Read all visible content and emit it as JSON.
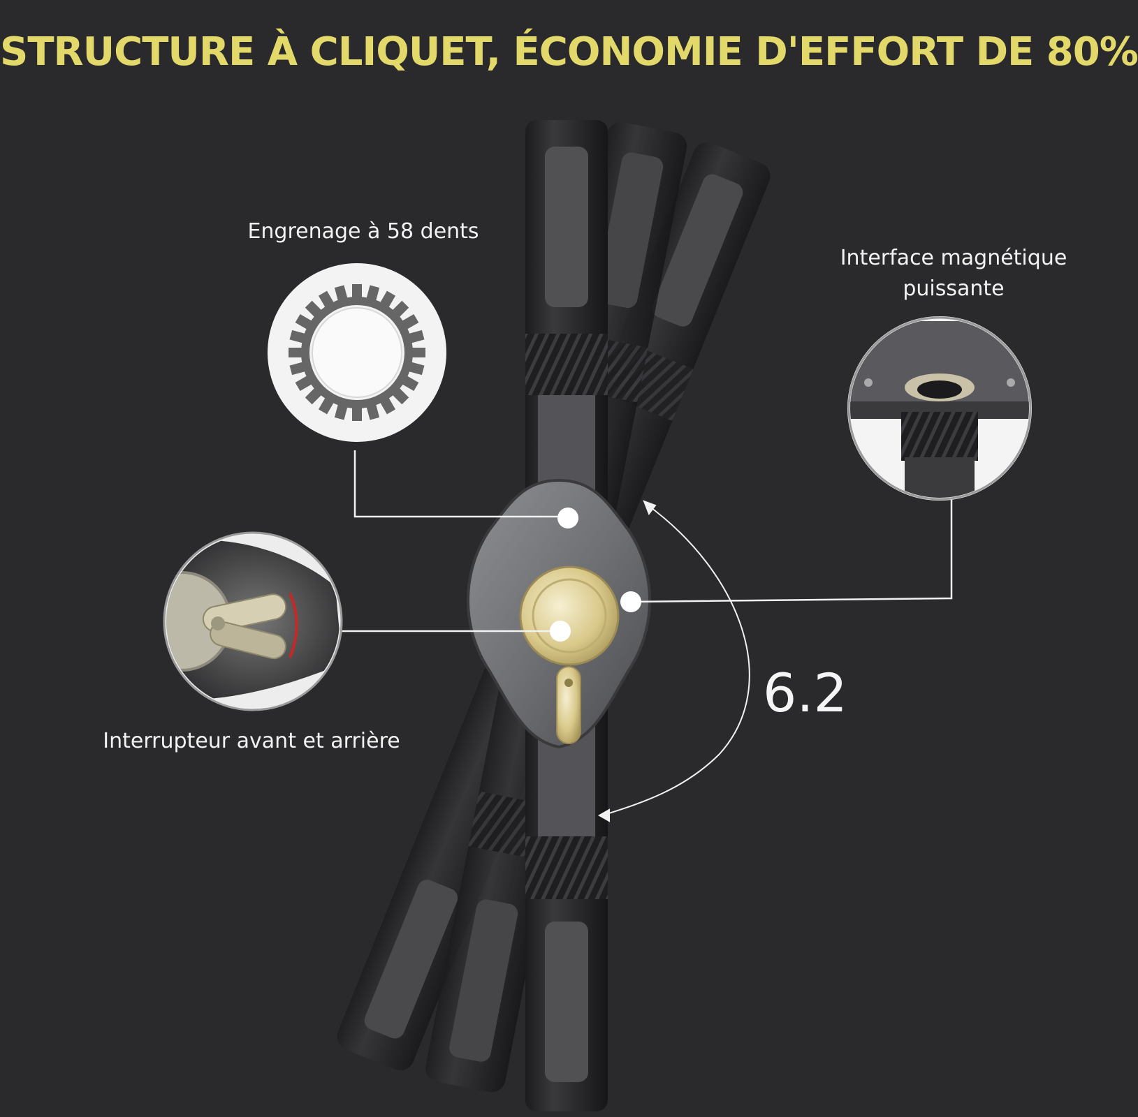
{
  "headline": "STRUCTURE À CLIQUET, ÉCONOMIE D'EFFORT DE 80%",
  "callouts": {
    "gear": "Engrenage à 58 dents",
    "magnet_line1": "Interface magnétique",
    "magnet_line2": "puissante",
    "switch": "Interrupteur avant et arrière"
  },
  "angle_label": "6.2",
  "colors": {
    "background": "#2a2a2c",
    "headline": "#e3d96a",
    "text": "#f2f2f2",
    "accent_gold": "#d9c98a"
  },
  "icons": [
    "gear-icon",
    "magnetic-socket-icon",
    "direction-switch-icon"
  ]
}
